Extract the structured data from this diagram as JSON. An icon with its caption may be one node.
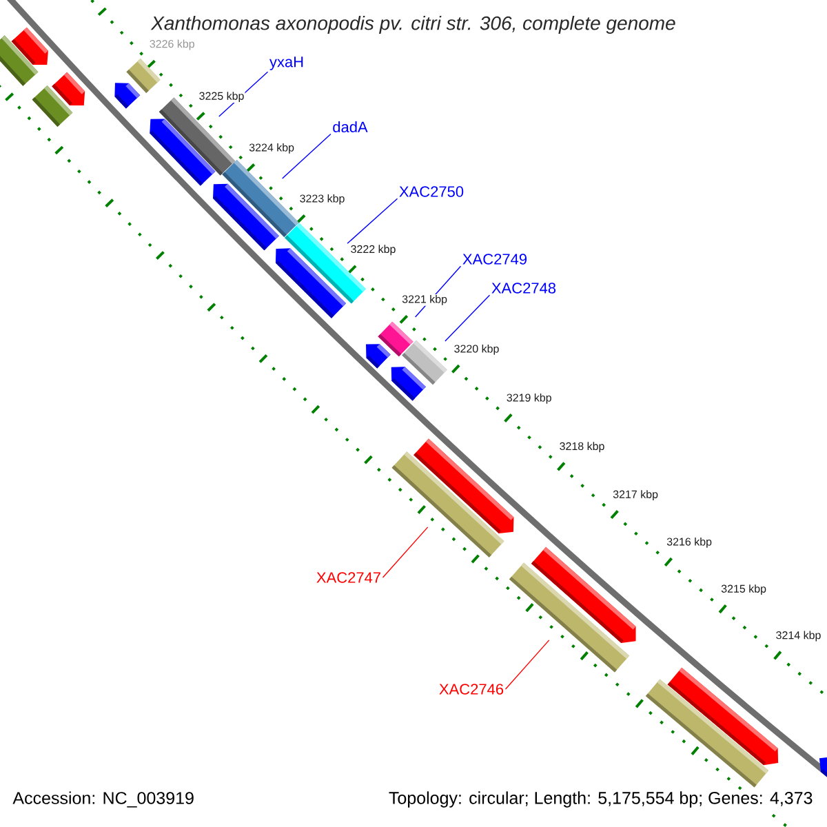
{
  "diagram": {
    "title": "Xanthomonas axonopodis pv. citri str. 306, complete genome",
    "nodes": [
      {
        "text": [],
        "shape": "arrow"
      },
      {
        "text": [],
        "shape": "bar"
      },
      {
        "text": [],
        "shape": "arrow"
      },
      {
        "text": [],
        "shape": "bar"
      },
      {
        "text": [],
        "shape": "arrow"
      },
      {
        "text": [],
        "shape": "bar"
      },
      {
        "text": [],
        "shape": "bar"
      },
      {
        "text": [],
        "shape": "bar"
      },
      {
        "text": [],
        "shape": "bar"
      },
      {
        "text": [],
        "shape": "arrow"
      },
      {
        "text": [],
        "shape": "arrow"
      },
      {
        "text": [],
        "shape": "arrow"
      },
      {
        "text": [],
        "shape": "bar"
      },
      {
        "text": [],
        "shape": "bar"
      },
      {
        "text": [],
        "shape": "arrow"
      },
      {
        "text": [],
        "shape": "arrow"
      },
      {
        "text": [],
        "shape": "arrow"
      },
      {
        "text": [],
        "shape": "bar"
      },
      {
        "text": [],
        "shape": "arrow"
      },
      {
        "text": [],
        "shape": "bar"
      },
      {
        "text": [],
        "shape": "arrow"
      },
      {
        "text": [],
        "shape": "bar"
      },
      {
        "text": [],
        "shape": "arrow"
      },
      {
        "text": [
          "yxaH"
        ]
      },
      {
        "text": [
          "dadA"
        ]
      },
      {
        "text": [
          "XAC2750"
        ]
      },
      {
        "text": [
          "XAC2749"
        ]
      },
      {
        "text": [
          "XAC2748"
        ]
      },
      {
        "text": [
          "XAC2747"
        ]
      },
      {
        "text": [
          "XAC2746"
        ]
      }
    ],
    "edges": [
      {
        "from": 23,
        "to": 6,
        "arrow": "none"
      },
      {
        "from": 24,
        "to": 7,
        "arrow": "none"
      },
      {
        "from": 25,
        "to": 8,
        "arrow": "none"
      },
      {
        "from": 26,
        "to": 12,
        "arrow": "none"
      },
      {
        "from": 27,
        "to": 13,
        "arrow": "none"
      },
      {
        "from": 28,
        "to": 17,
        "arrow": "none",
        "color": "#ff0000"
      },
      {
        "from": 29,
        "to": 19,
        "arrow": "none",
        "color": "#ff0000"
      }
    ],
    "labels": [
      "3226 kbp",
      "3225 kbp",
      "3224 kbp",
      "3223 kbp",
      "3222 kbp",
      "3221 kbp",
      "3220 kbp",
      "3219 kbp",
      "3218 kbp",
      "3217 kbp",
      "3216 kbp",
      "3215 kbp",
      "3214 kbp",
      "Accession: NC_003919",
      "Topology: circular; Length: 5,175,554 bp; Genes: 4,373"
    ]
  }
}
